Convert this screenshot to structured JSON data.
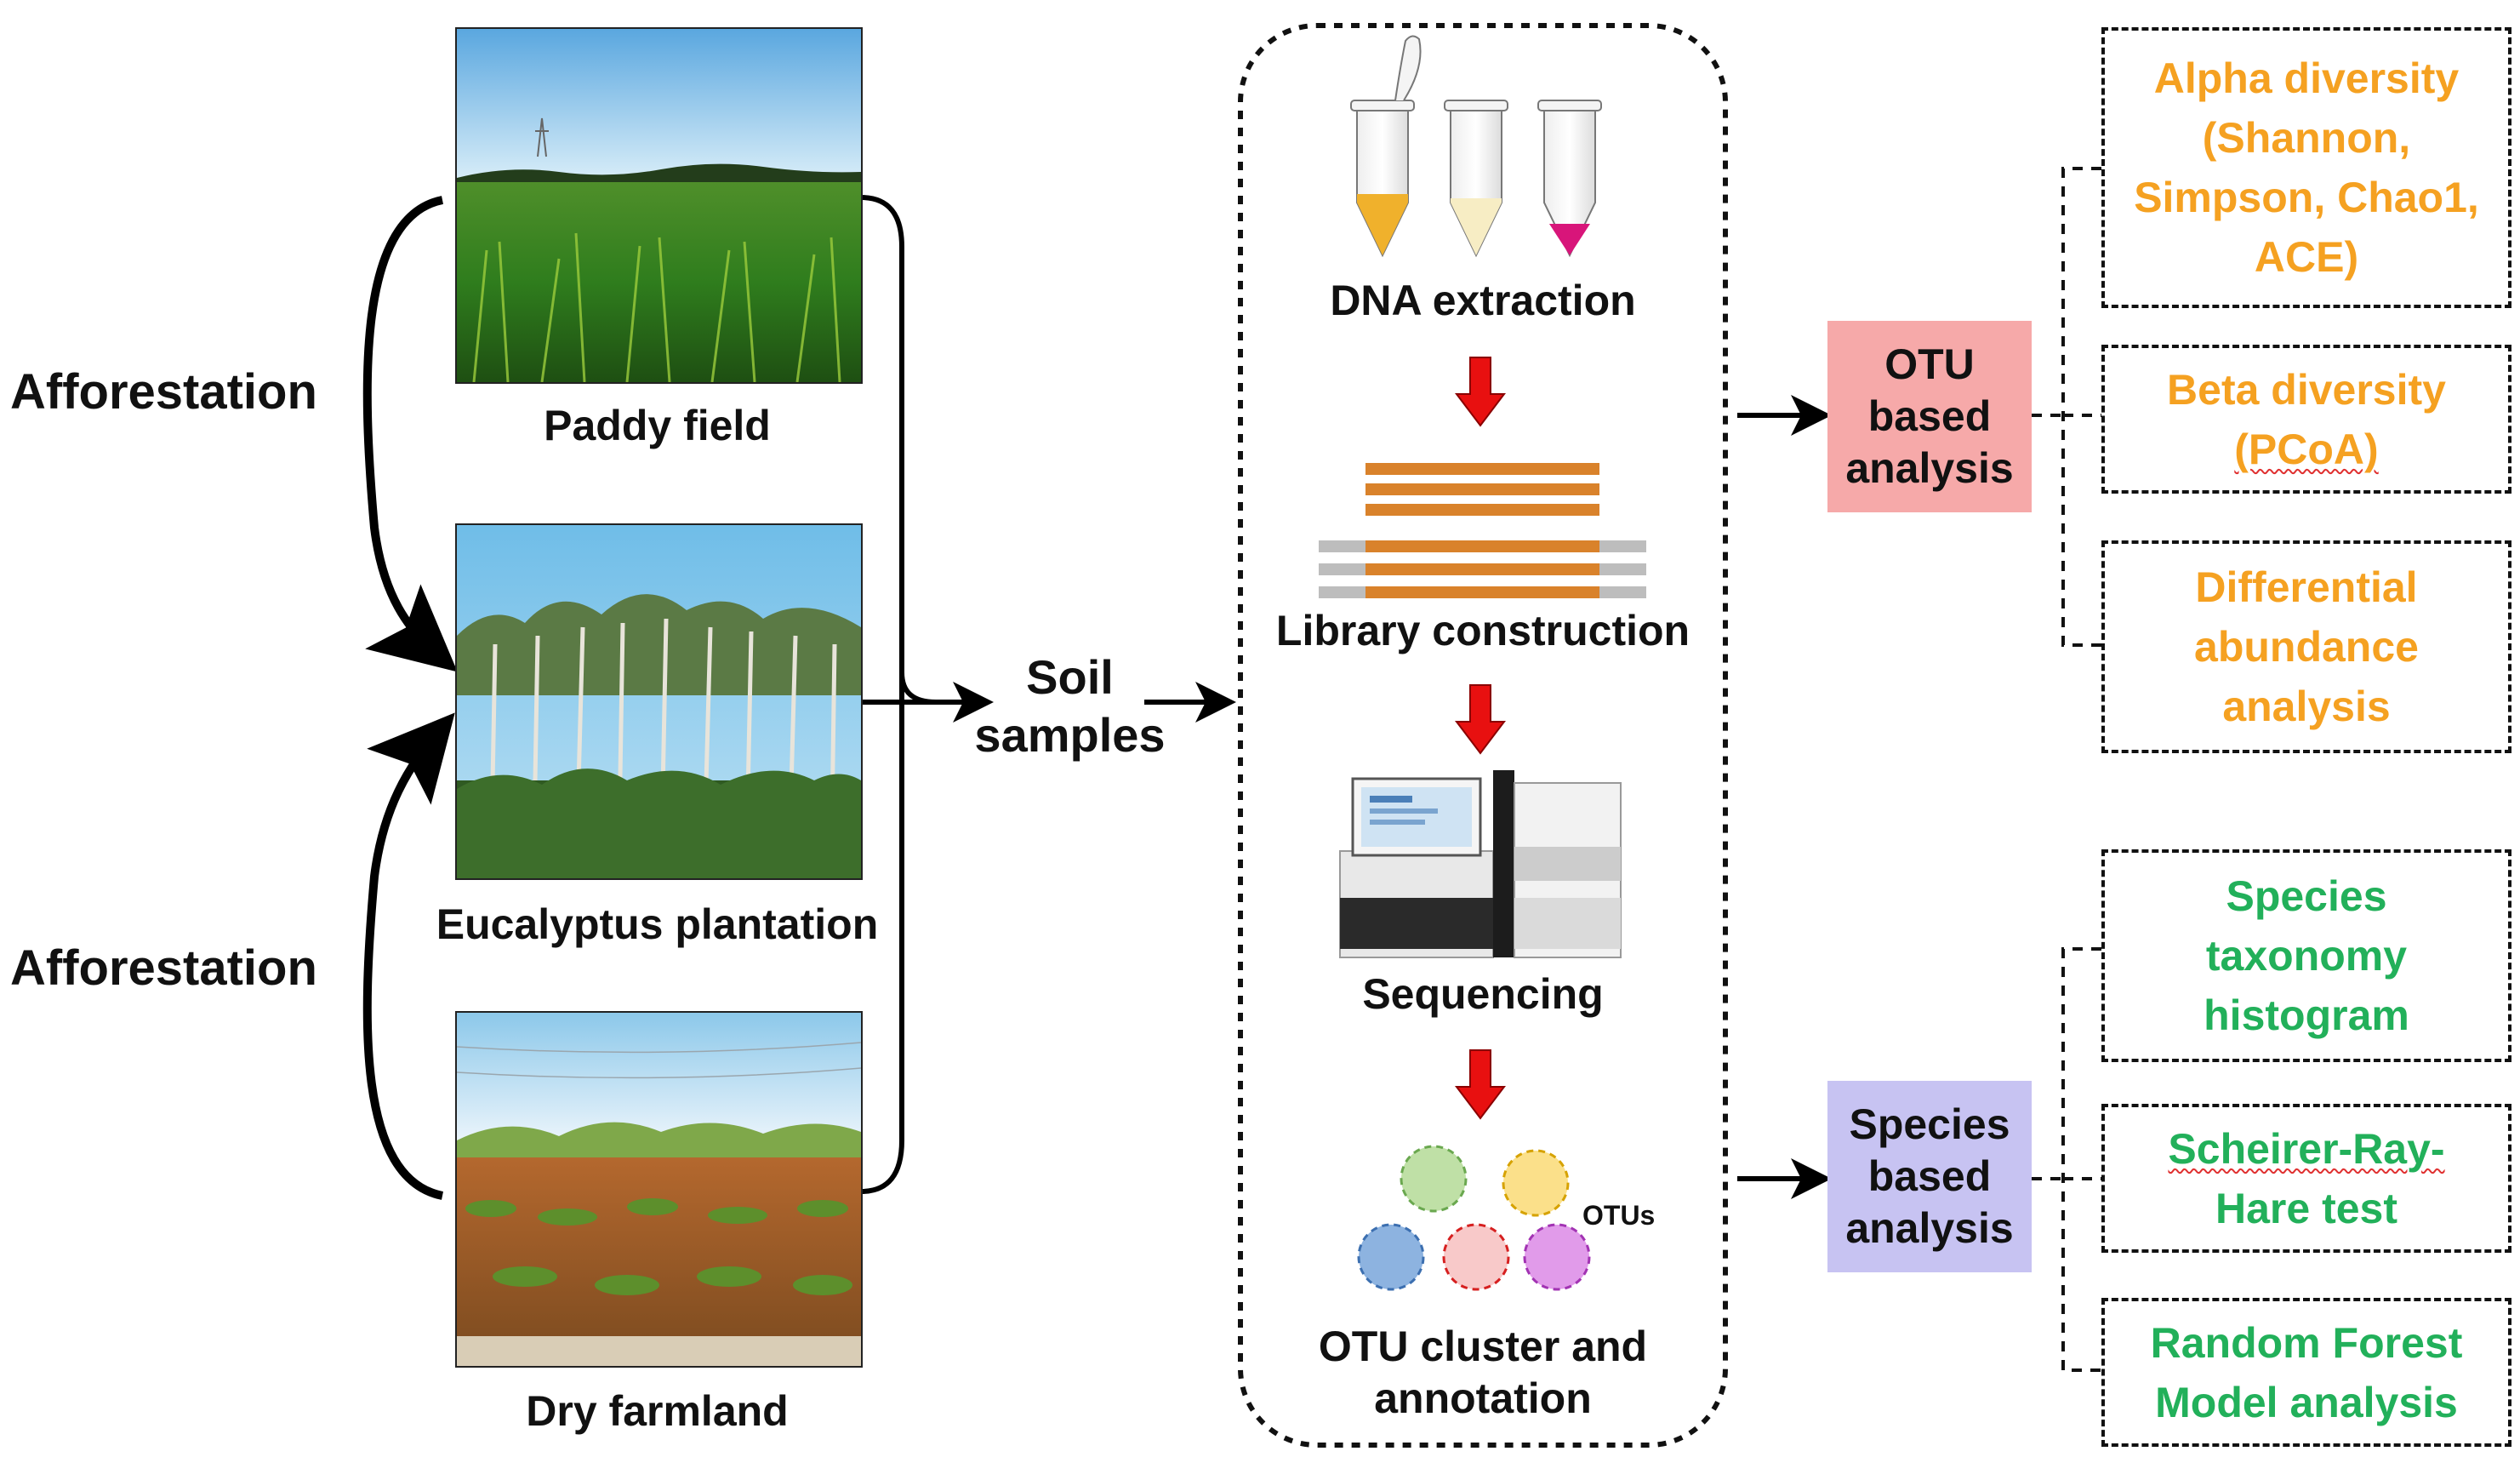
{
  "colors": {
    "orange_text": "#F5A121",
    "green_text": "#22B05A",
    "otu_box": "#F6A9A9",
    "species_box": "#C7C3F2",
    "arrow_red": "#E81010",
    "lib_orange": "#D9822B",
    "lib_gray": "#BDBDBD"
  },
  "left": {
    "afforestation_top": "Afforestation",
    "afforestation_bottom": "Afforestation",
    "sites": [
      {
        "label": "Paddy field"
      },
      {
        "label": "Eucalyptus plantation"
      },
      {
        "label": "Dry farmland"
      }
    ],
    "soil_samples": [
      "Soil",
      "samples"
    ]
  },
  "workflow": {
    "steps": [
      {
        "label": "DNA extraction"
      },
      {
        "label": "Library construction"
      },
      {
        "label": "Sequencing"
      },
      {
        "label_lines": [
          "OTU cluster and",
          "annotation"
        ]
      }
    ],
    "otus_label": "OTUs"
  },
  "analyses": {
    "otu_based": {
      "lines": [
        "OTU",
        "based",
        "analysis"
      ],
      "items": [
        {
          "lines": [
            "Alpha diversity",
            "(Shannon,",
            "Simpson, Chao1,",
            "ACE)"
          ]
        },
        {
          "lines": [
            "Beta diversity",
            "(PCoA)"
          ]
        },
        {
          "lines": [
            "Differential",
            "abundance",
            "analysis"
          ]
        }
      ]
    },
    "species_based": {
      "lines": [
        "Species",
        "based",
        "analysis"
      ],
      "items": [
        {
          "lines": [
            "Species",
            "taxonomy",
            "histogram"
          ]
        },
        {
          "lines": [
            "Scheirer-Ray-",
            "Hare test"
          ]
        },
        {
          "lines": [
            "Random Forest",
            "Model analysis"
          ]
        }
      ]
    }
  }
}
